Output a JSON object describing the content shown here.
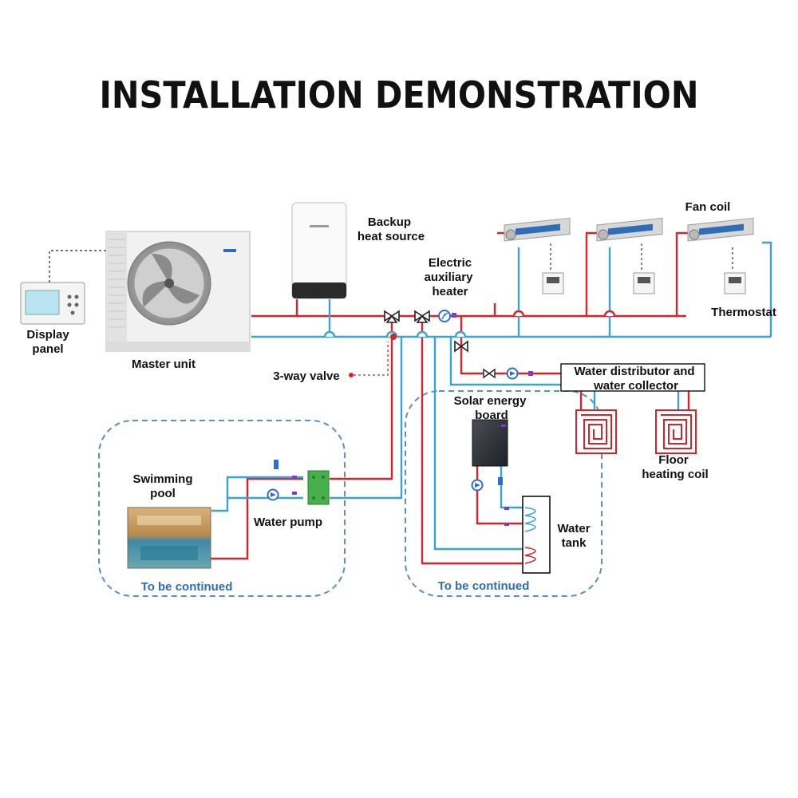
{
  "title": "INSTALLATION DEMONSTRATION",
  "labels": {
    "display_panel": [
      "Display",
      "panel"
    ],
    "master_unit": "Master unit",
    "backup_heat_source": [
      "Backup",
      "heat source"
    ],
    "electric_aux_heater": [
      "Electric",
      "auxiliary",
      "heater"
    ],
    "fan_coil": "Fan coil",
    "thermostat": "Thermostat",
    "three_way_valve": "3-way valve",
    "water_distributor": [
      "Water distributor and",
      "water collector"
    ],
    "solar_energy_board": [
      "Solar energy",
      "board"
    ],
    "floor_heating_coil": [
      "Floor",
      "heating coil"
    ],
    "swimming_pool": [
      "Swimming",
      "pool"
    ],
    "water_pump": "Water pump",
    "water_tank": [
      "Water",
      "tank"
    ],
    "to_be_continued_left": "To be continued",
    "to_be_continued_right": "To be continued"
  },
  "colors": {
    "hot_pipe": "#d9232b",
    "cold_pipe": "#3aa3d6",
    "dashed_region": "#5b8ec9",
    "valve": "#222222",
    "pump": "#2c6fd1"
  },
  "icons": [
    "heat-pump-unit",
    "boiler",
    "fan-coil-unit",
    "thermostat",
    "valve",
    "pump",
    "plate-heat-exchanger",
    "solar-panel",
    "water-tank",
    "floor-coil",
    "pool-photo"
  ]
}
